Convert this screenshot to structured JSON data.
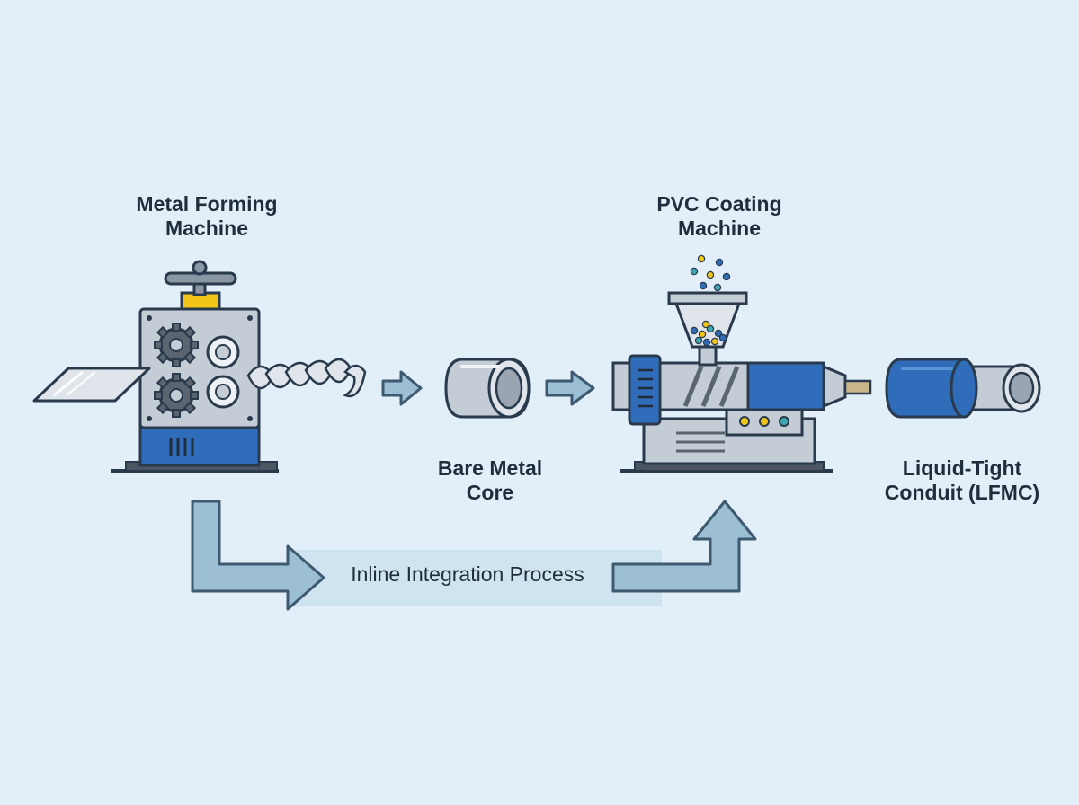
{
  "labels": {
    "metal_forming": "Metal Forming\nMachine",
    "pvc_coating": "PVC Coating\nMachine",
    "bare_core": "Bare Metal\nCore",
    "lfmc": "Liquid-Tight\nConduit (LFMC)",
    "process": "Inline Integration Process"
  },
  "colors": {
    "background": "#e2eef8",
    "outline": "#2a3a4d",
    "steel": "#c4ccd5",
    "steel_light": "#dfe5eb",
    "blue": "#2f6dba",
    "yellow": "#f2c418",
    "arrow_fill": "#9cbfd3",
    "arrow_stroke": "#3e5a70"
  },
  "icons": [
    "gear-icon",
    "roller-icon",
    "hopper-icon",
    "pellet-icon",
    "pipe-icon"
  ]
}
